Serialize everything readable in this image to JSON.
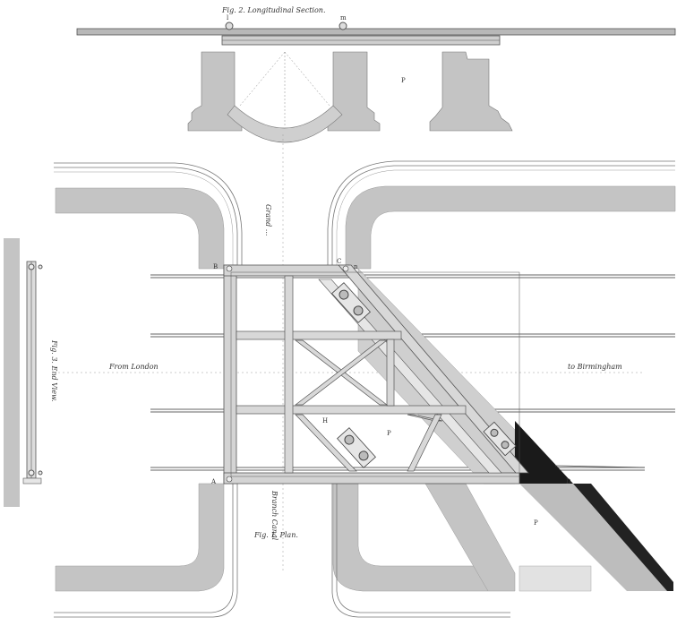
{
  "captions": {
    "fig2": "Fig. 2.   Longitudinal Section.",
    "fig3": "Fig. 3.   End View.",
    "fig1": "Fig. 1.   Plan.",
    "from_london": "From  London",
    "to_birmingham": "to  Birmingham",
    "grand_canal": "Grand   ...",
    "branch_canal": "Branch   Canal"
  },
  "letters": {
    "l": "l",
    "m": "m",
    "A": "A",
    "B": "B",
    "C": "C",
    "D": "D",
    "H": "H",
    "P": "P",
    "n": "n",
    "P2": "P",
    "P3": "P"
  },
  "colors": {
    "masonry": "#c4c4c4",
    "masonry_dark": "#9a9a9a",
    "ink": "#3a3a3a",
    "paper": "#ffffff"
  }
}
